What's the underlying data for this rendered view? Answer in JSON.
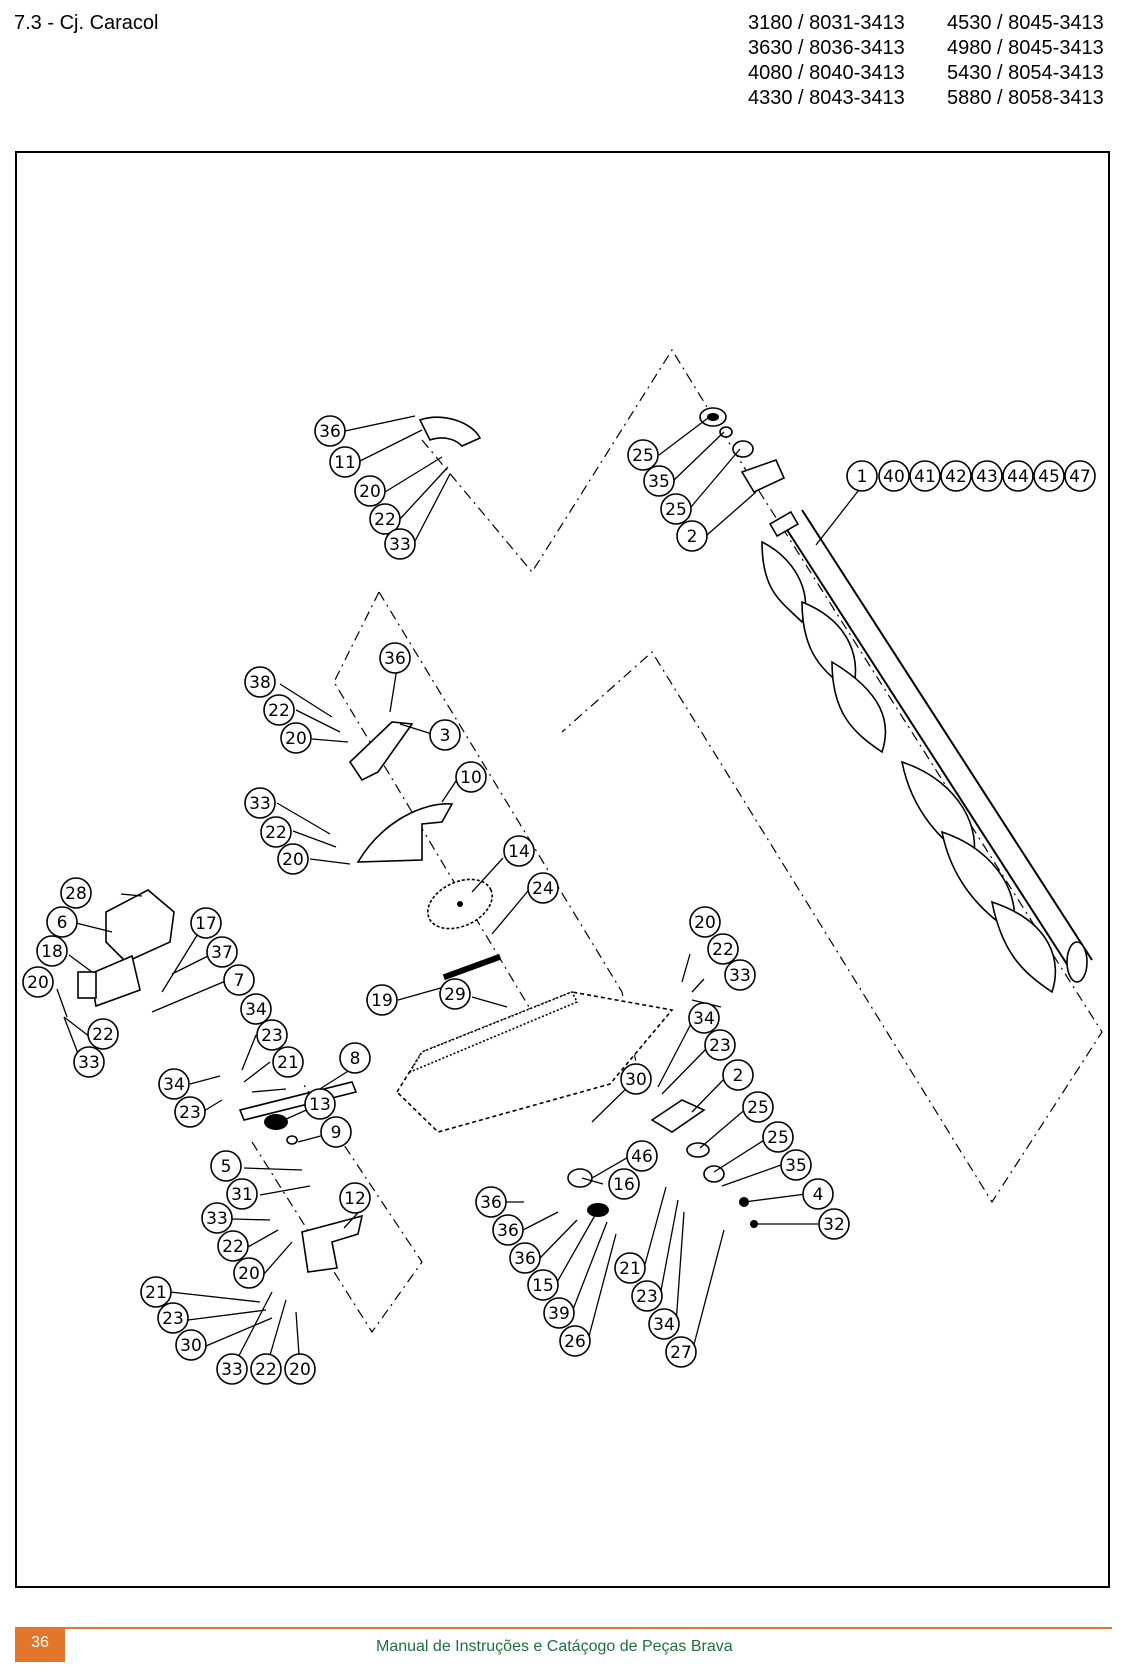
{
  "header": {
    "section_title": "7.3 -  Cj. Caracol",
    "models_left": [
      "3180 / 8031-3413",
      "3630 / 8036-3413",
      "4080 / 8040-3413",
      "4330 / 8043-3413"
    ],
    "models_right": [
      "4530 / 8045-3413",
      "4980 / 8045-3413",
      "5430 / 8054-3413",
      "5880 / 8058-3413"
    ]
  },
  "diagram": {
    "callouts": {
      "c36a": "36",
      "c11": "11",
      "c20a": "20",
      "c22a": "22",
      "c33a": "33",
      "c25a": "25",
      "c35a": "35",
      "c25b": "25",
      "c2a": "2",
      "c1": "1",
      "c40": "40",
      "c41": "41",
      "c42": "42",
      "c43": "43",
      "c44": "44",
      "c45": "45",
      "c47": "47",
      "c36b": "36",
      "c38": "38",
      "c22b": "22",
      "c20b": "20",
      "c3": "3",
      "c33b": "33",
      "c10": "10",
      "c22c": "22",
      "c20c": "20",
      "c14": "14",
      "c24": "24",
      "c28": "28",
      "c6": "6",
      "c18": "18",
      "c20d": "20",
      "c22d": "22",
      "c33c": "33",
      "c17": "17",
      "c37": "37",
      "c7": "7",
      "c19": "19",
      "c29": "29",
      "c20e": "20",
      "c22e": "22",
      "c33d": "33",
      "c34a": "34",
      "c23a": "23",
      "c21a": "21",
      "c8": "8",
      "c34b": "34",
      "c23b": "23",
      "c13": "13",
      "c9": "9",
      "c5": "5",
      "c31": "31",
      "c12": "12",
      "c33e": "33",
      "c22f": "22",
      "c20f": "20",
      "c21b": "21",
      "c23c": "23",
      "c30a": "30",
      "c33f": "33",
      "c22g": "22",
      "c20g": "20",
      "c34c": "34",
      "c23d": "23",
      "c30b": "30",
      "c2b": "2",
      "c25c": "25",
      "c25d": "25",
      "c35b": "35",
      "c4": "4",
      "c32": "32",
      "c46": "46",
      "c16": "16",
      "c36c": "36",
      "c36d": "36",
      "c36e": "36",
      "c15": "15",
      "c39": "39",
      "c26": "26",
      "c21c": "21",
      "c23e": "23",
      "c34d": "34",
      "c27": "27"
    }
  },
  "footer": {
    "page_number": "36",
    "title": "Manual de Instruções e Catáçogo de Peças Brava"
  }
}
